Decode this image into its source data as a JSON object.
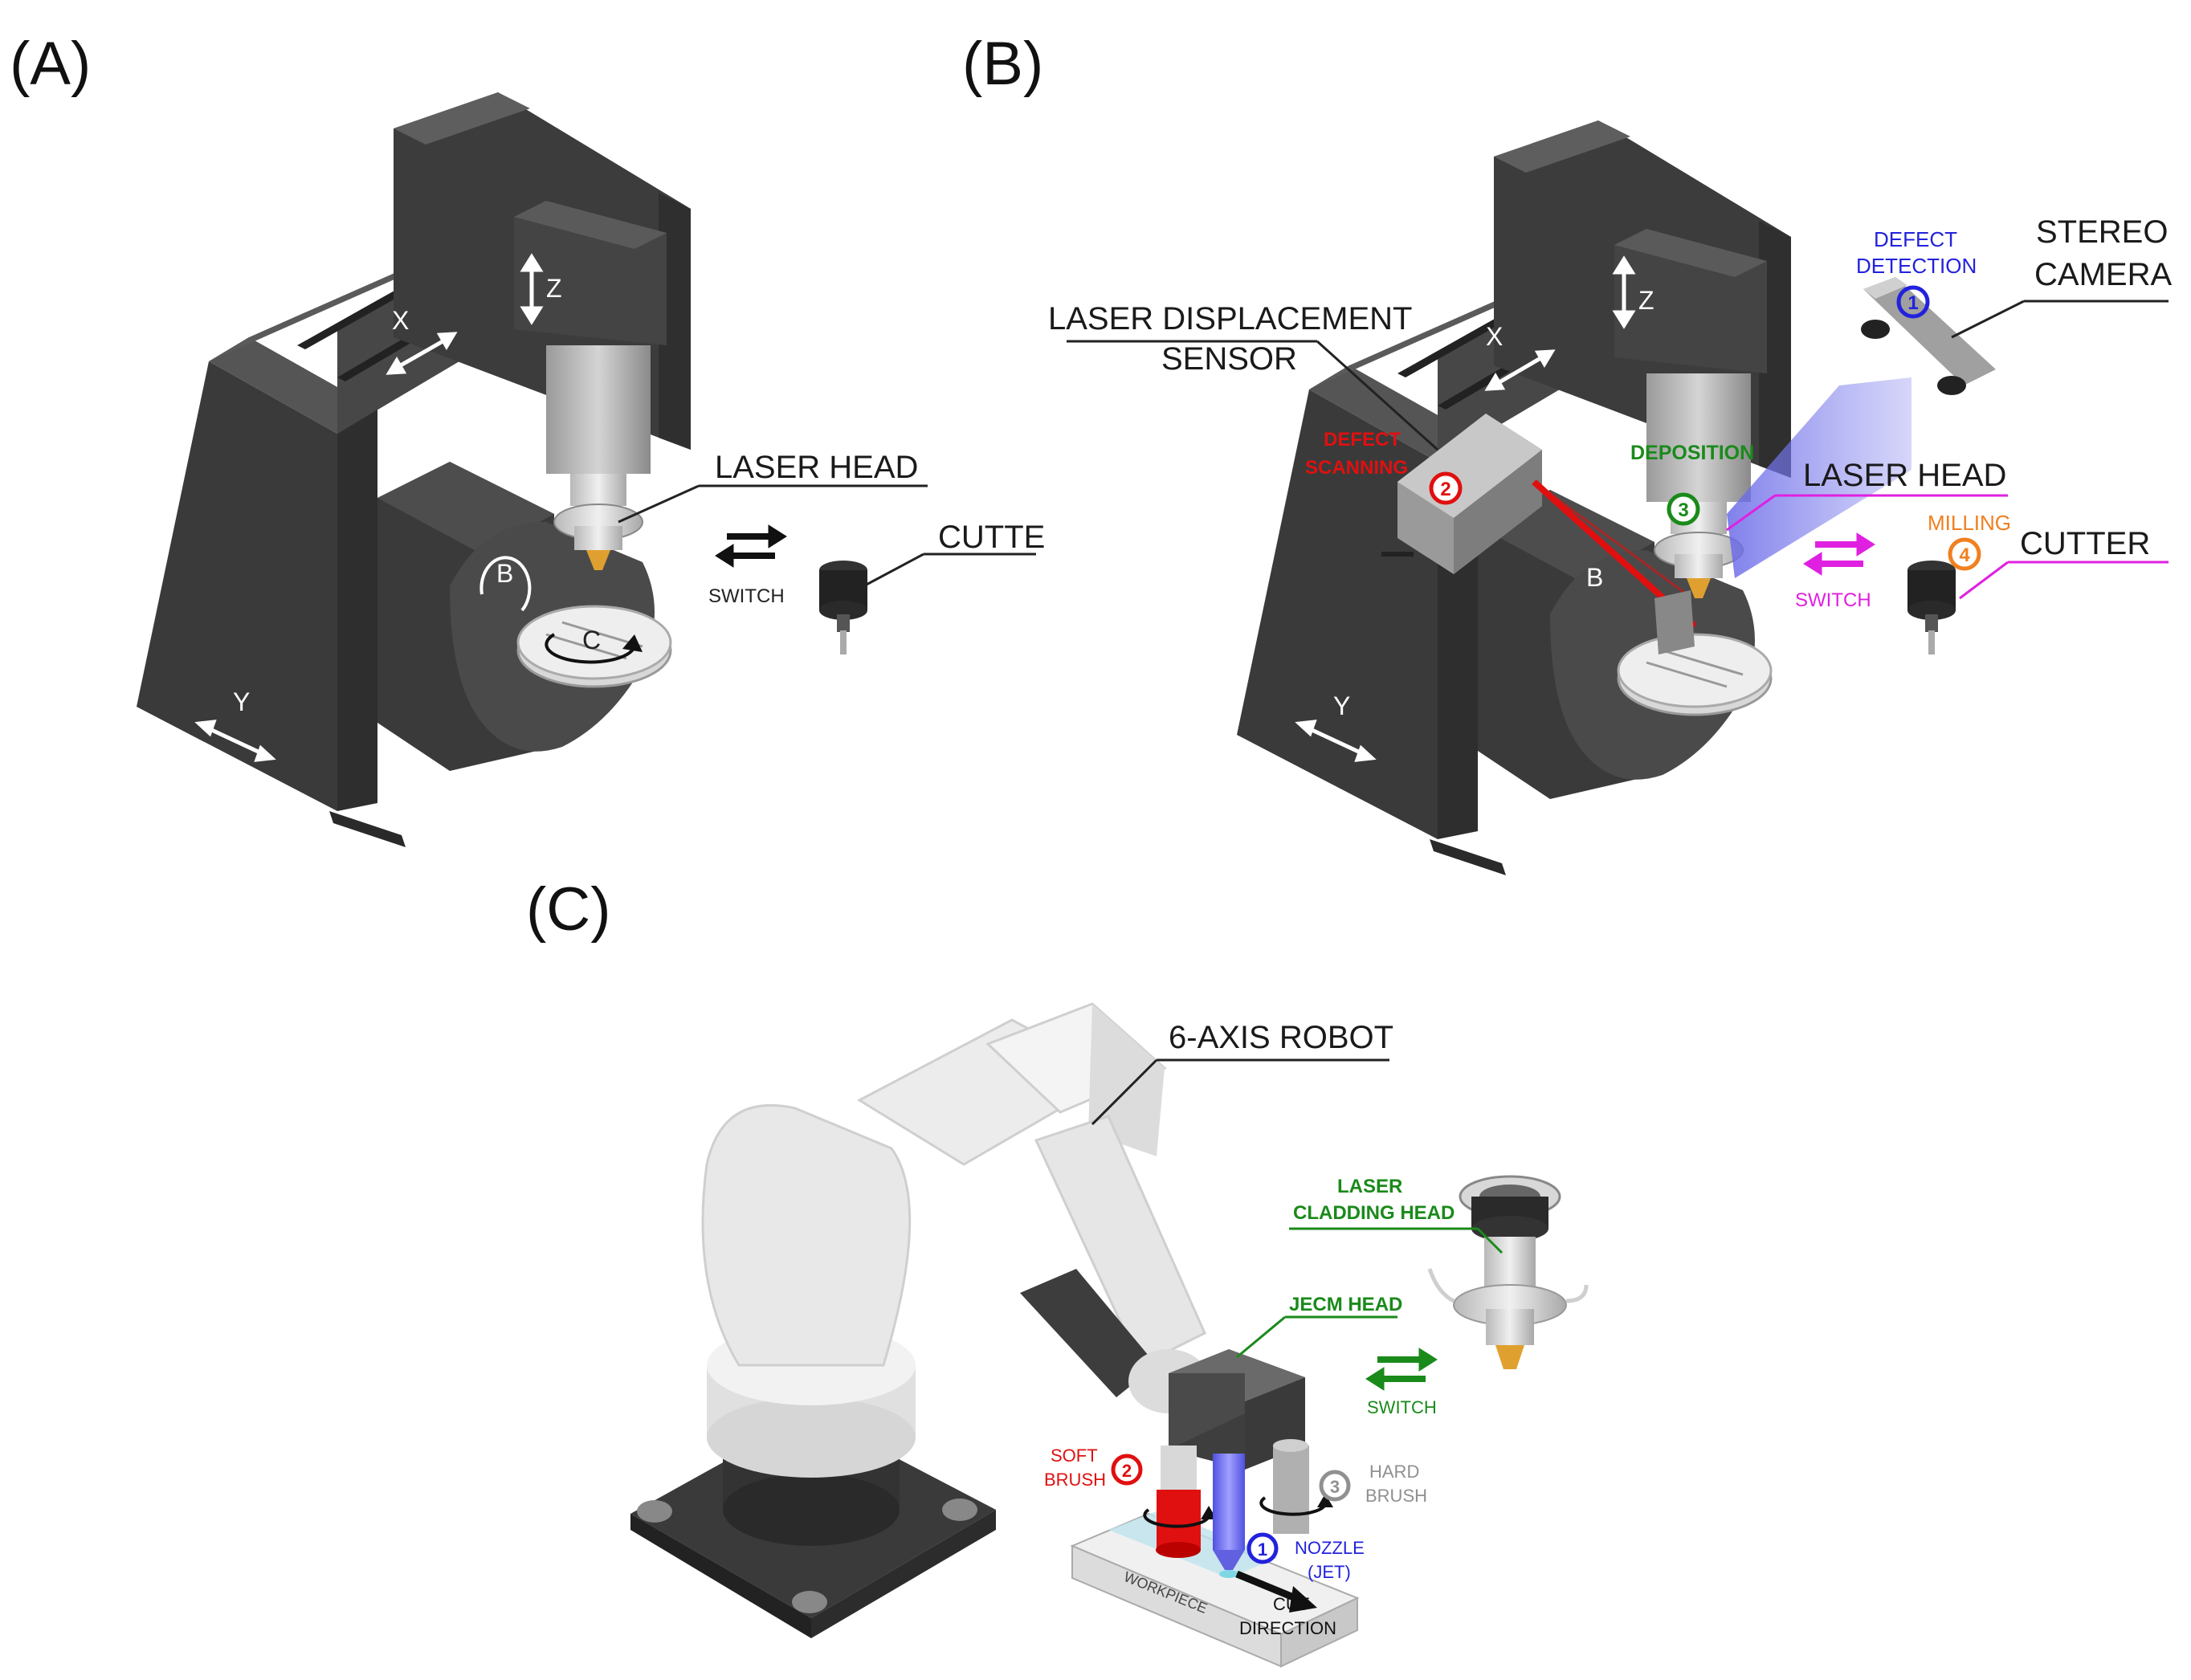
{
  "panels": {
    "a": {
      "letter": "(A)",
      "axes": {
        "x": "X",
        "y": "Y",
        "z": "Z",
        "b": "B",
        "c": "C"
      },
      "labels": {
        "laser_head": "LASER HEAD",
        "cutter": "CUTTE",
        "switch": "SWITCH"
      }
    },
    "b": {
      "letter": "(B)",
      "axes": {
        "x": "X",
        "y": "Y",
        "z": "Z",
        "b": "B"
      },
      "labels": {
        "laser_displacement_sensor_line1": "LASER DISPLACEMENT",
        "laser_displacement_sensor_line2": "SENSOR",
        "stereo_camera_line1": "STEREO",
        "stereo_camera_line2": "CAMERA",
        "defect_detection_line1": "DEFECT",
        "defect_detection_line2": "DETECTION",
        "defect_scanning_line1": "DEFECT",
        "defect_scanning_line2": "SCANNING",
        "deposition": "DEPOSITION",
        "laser_head": "LASER HEAD",
        "milling": "MILLING",
        "cutter": "CUTTER",
        "switch": "SWITCH"
      },
      "steps": {
        "one": "1",
        "two": "2",
        "three": "3",
        "four": "4"
      }
    },
    "c": {
      "letter": "(C)",
      "labels": {
        "robot": "6-AXIS ROBOT",
        "laser_cladding_line1": "LASER",
        "laser_cladding_line2": "CLADDING HEAD",
        "jecm_head": "JECM HEAD",
        "switch": "SWITCH",
        "soft_brush_line1": "SOFT",
        "soft_brush_line2": "BRUSH",
        "hard_brush_line1": "HARD",
        "hard_brush_line2": "BRUSH",
        "nozzle_line1": "NOZZLE",
        "nozzle_line2": "(JET)",
        "cut_direction_line1": "CUT",
        "cut_direction_line2": "DIRECTION",
        "workpiece": "WORKPIECE"
      },
      "steps": {
        "one": "1",
        "two": "2",
        "three": "3"
      }
    }
  },
  "colors": {
    "machine_dark": "#3a3a3a",
    "machine_mid": "#4a4a4a",
    "machine_light": "#5a5a5a",
    "metal_light": "#c8c8c8",
    "robot_white": "#e8e8e8",
    "blue": "#2222dd",
    "red": "#e01010",
    "green": "#1a8a1a",
    "magenta": "#e020e0",
    "orange": "#f08020",
    "gray": "#909090"
  },
  "icons": [
    "switch-arrows-icon",
    "cutter-icon",
    "rotation-arrow-icon",
    "double-arrow-icon"
  ]
}
